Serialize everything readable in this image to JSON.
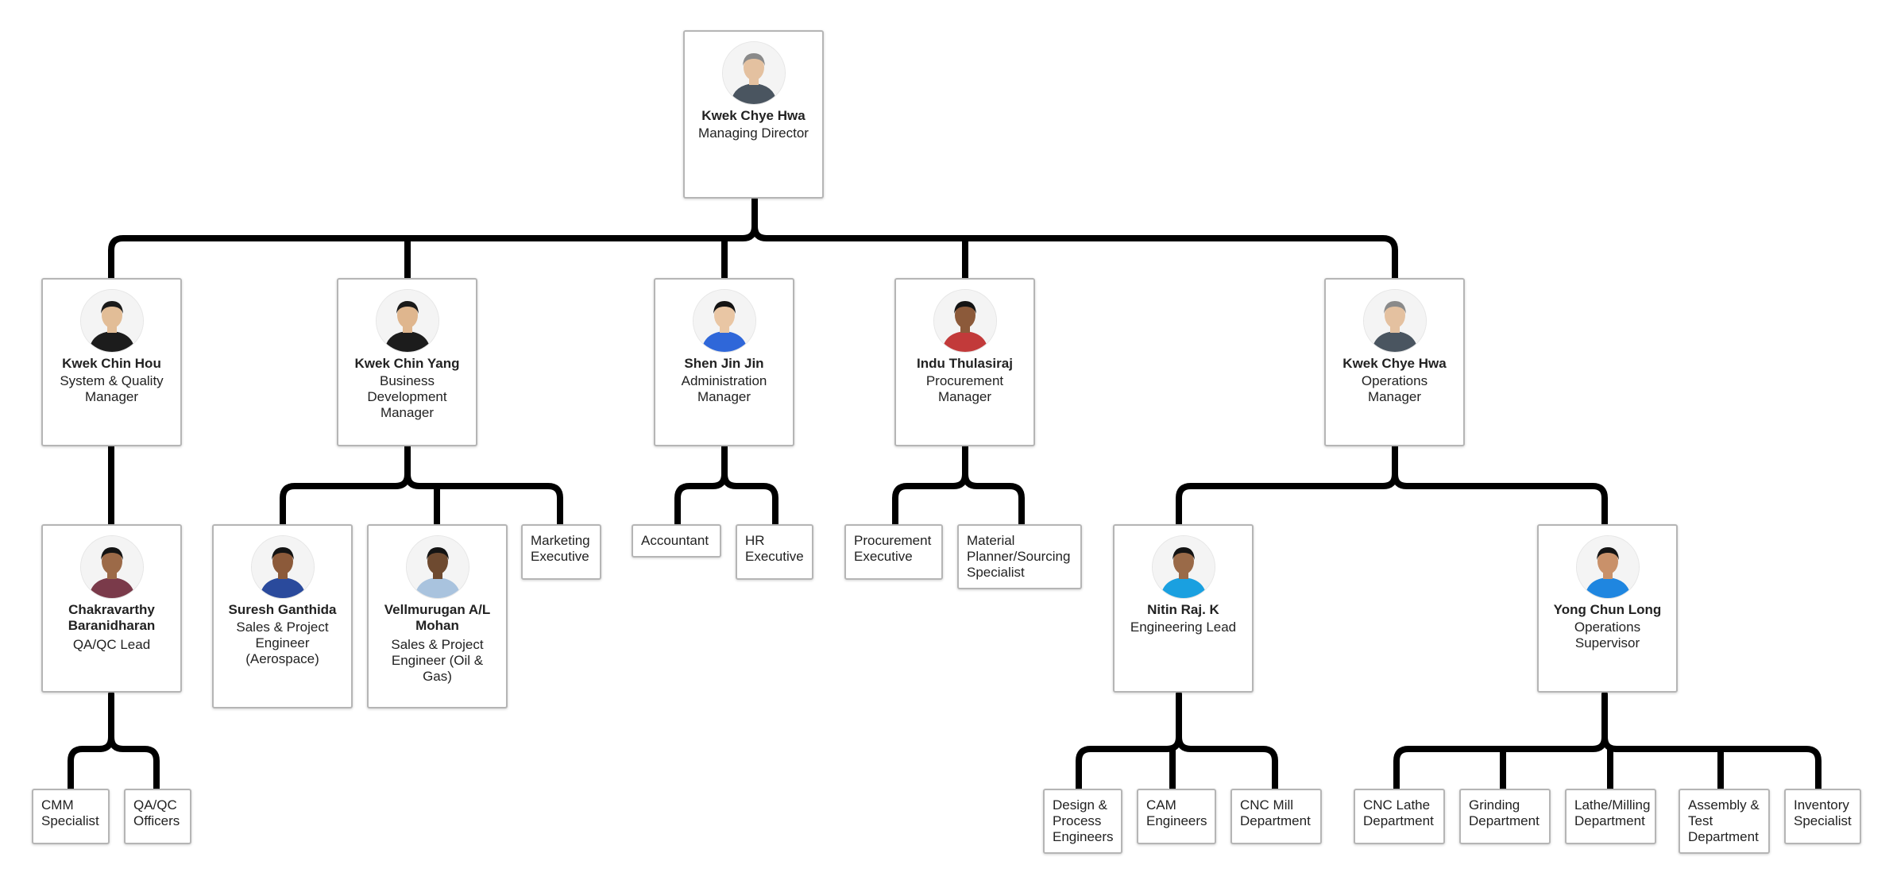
{
  "root": {
    "name": "Kwek Chye Hwa",
    "role": "Managing Director",
    "shirt": "#4a5560",
    "skin": "#e4c1a0",
    "hair": "#8a8a8a"
  },
  "managers": [
    {
      "name": "Kwek Chin Hou",
      "role": "System & Quality Manager",
      "shirt": "#1c1c1c",
      "skin": "#e2bd97",
      "hair": "#1a1a1a"
    },
    {
      "name": "Kwek Chin Yang",
      "role": "Business Development Manager",
      "shirt": "#1c1c1c",
      "skin": "#dfb68e",
      "hair": "#1a1a1a"
    },
    {
      "name": "Shen Jin Jin",
      "role": "Administration Manager",
      "shirt": "#2f67d9",
      "skin": "#e9c6a4",
      "hair": "#141414"
    },
    {
      "name": "Indu Thulasiraj",
      "role": "Procurement Manager",
      "shirt": "#c23a3a",
      "skin": "#8c5a3a",
      "hair": "#141414"
    },
    {
      "name": "Kwek Chye Hwa",
      "role": "Operations Manager",
      "shirt": "#4a5560",
      "skin": "#e4c1a0",
      "hair": "#8a8a8a"
    }
  ],
  "leads": [
    {
      "name": "Chakravarthy Baranidharan",
      "role": "QA/QC Lead",
      "shirt": "#7a3a4a",
      "skin": "#9c6a48",
      "hair": "#141414"
    },
    {
      "name": "Suresh Ganthida",
      "role": "Sales & Project Engineer (Aerospace)",
      "shirt": "#2a4a9c",
      "skin": "#8c5a3a",
      "hair": "#141414"
    },
    {
      "name": "Vellmurugan A/L Mohan",
      "role": "Sales & Project Engineer (Oil & Gas)",
      "shirt": "#a9c3de",
      "skin": "#6e4a30",
      "hair": "#141414"
    },
    {
      "name": "Nitin Raj. K",
      "role": "Engineering Lead",
      "shirt": "#1aa0e0",
      "skin": "#9a6a48",
      "hair": "#141414"
    },
    {
      "name": "Yong Chun Long",
      "role": "Operations Supervisor",
      "shirt": "#1f86e0",
      "skin": "#c9916a",
      "hair": "#141414"
    }
  ],
  "leaves": {
    "marketing_executive": "Marketing Executive",
    "accountant": "Accountant",
    "hr_executive": "HR Executive",
    "procurement_executive": "Procurement Executive",
    "material_planner": "Material Planner/Sourcing Specialist",
    "cmm_specialist": "CMM Specialist",
    "qaqc_officers": "QA/QC Officers",
    "design_process_engineers": "Design & Process Engineers",
    "cam_engineers": "CAM Engineers",
    "cnc_mill_department": "CNC Mill Department",
    "cnc_lathe_department": "CNC Lathe Department",
    "grinding_department": "Grinding Department",
    "lathe_milling_department": "Lathe/Milling Department",
    "assembly_test_department": "Assembly & Test Department",
    "inventory_specialist": "Inventory Specialist"
  }
}
